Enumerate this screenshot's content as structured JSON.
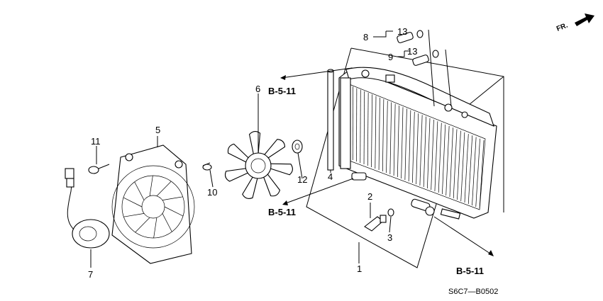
{
  "diagram": {
    "direction_label": "FR.",
    "drawing_code": "S6C7—B0502",
    "callouts": [
      "1",
      "2",
      "3",
      "4",
      "5",
      "6",
      "7",
      "8",
      "9",
      "10",
      "11",
      "12",
      "13",
      "13"
    ],
    "references": [
      "B-5-11",
      "B-5-11",
      "B-5-11"
    ],
    "parts": {
      "radiator": "radiator-assembly",
      "fan_shroud": "fan-shroud",
      "fan": "cooling-fan",
      "motor": "fan-motor",
      "drain_plug": "drain-plug",
      "o_ring": "o-ring",
      "rubber_mount": "rubber-mount",
      "switch_8": "thermo-switch-a",
      "switch_9": "thermo-switch-b"
    }
  }
}
